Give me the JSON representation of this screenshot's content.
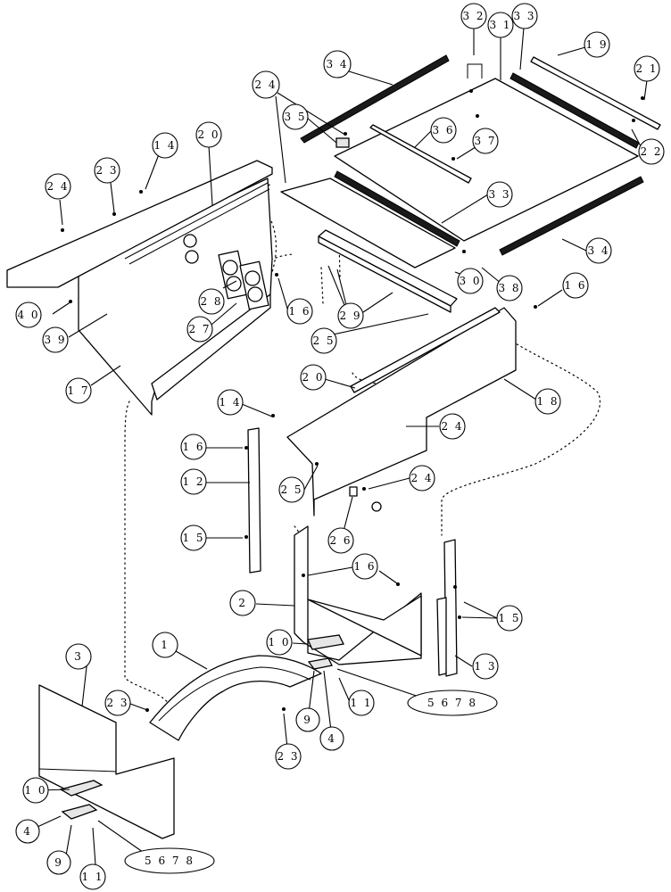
{
  "diagram": {
    "callouts": [
      {
        "id": "c1",
        "label": "2 4"
      },
      {
        "id": "c2",
        "label": "3 4"
      },
      {
        "id": "c3",
        "label": "3 2"
      },
      {
        "id": "c4",
        "label": "3 1"
      },
      {
        "id": "c5",
        "label": "3 3"
      },
      {
        "id": "c6",
        "label": "1 9"
      },
      {
        "id": "c7",
        "label": "2 1"
      },
      {
        "id": "c8",
        "label": "3 5"
      },
      {
        "id": "c9",
        "label": "3 6"
      },
      {
        "id": "c10",
        "label": "3 7"
      },
      {
        "id": "c11",
        "label": "2 2"
      },
      {
        "id": "c12",
        "label": "2 0"
      },
      {
        "id": "c13",
        "label": "1 4"
      },
      {
        "id": "c14",
        "label": "2 3"
      },
      {
        "id": "c15",
        "label": "2 4"
      },
      {
        "id": "c16",
        "label": "3 3"
      },
      {
        "id": "c17",
        "label": "3 4"
      },
      {
        "id": "c18",
        "label": "2 8"
      },
      {
        "id": "c19",
        "label": "3 0"
      },
      {
        "id": "c20",
        "label": "3 8"
      },
      {
        "id": "c21",
        "label": "1 6"
      },
      {
        "id": "c22",
        "label": "2 9"
      },
      {
        "id": "c23",
        "label": "1 6"
      },
      {
        "id": "c24",
        "label": "4 0"
      },
      {
        "id": "c25",
        "label": "2 7"
      },
      {
        "id": "c26",
        "label": "3 9"
      },
      {
        "id": "c27",
        "label": "2 5"
      },
      {
        "id": "c28",
        "label": "1 7"
      },
      {
        "id": "c29",
        "label": "2 0"
      },
      {
        "id": "c30",
        "label": "1 8"
      },
      {
        "id": "c31",
        "label": "1 4"
      },
      {
        "id": "c32",
        "label": "2 4"
      },
      {
        "id": "c33",
        "label": "1 6"
      },
      {
        "id": "c34",
        "label": "2 5"
      },
      {
        "id": "c35",
        "label": "2 4"
      },
      {
        "id": "c36",
        "label": "1 2"
      },
      {
        "id": "c37",
        "label": "2 6"
      },
      {
        "id": "c38",
        "label": "1 5"
      },
      {
        "id": "c39",
        "label": "1 6"
      },
      {
        "id": "c40",
        "label": "2"
      },
      {
        "id": "c41",
        "label": "1 5"
      },
      {
        "id": "c42",
        "label": "1"
      },
      {
        "id": "c43",
        "label": "1 0"
      },
      {
        "id": "c44",
        "label": "3"
      },
      {
        "id": "c45",
        "label": "1 3"
      },
      {
        "id": "c46",
        "label": "1 1"
      },
      {
        "id": "c47",
        "label": "2 3"
      },
      {
        "id": "c48",
        "label": "5 6 7 8"
      },
      {
        "id": "c49",
        "label": "9"
      },
      {
        "id": "c50",
        "label": "4"
      },
      {
        "id": "c51",
        "label": "2 3"
      },
      {
        "id": "c52",
        "label": "1 0"
      },
      {
        "id": "c53",
        "label": "4"
      },
      {
        "id": "c54",
        "label": "9"
      },
      {
        "id": "c55",
        "label": "1 1"
      },
      {
        "id": "c56",
        "label": "5 6 7 8"
      }
    ]
  }
}
